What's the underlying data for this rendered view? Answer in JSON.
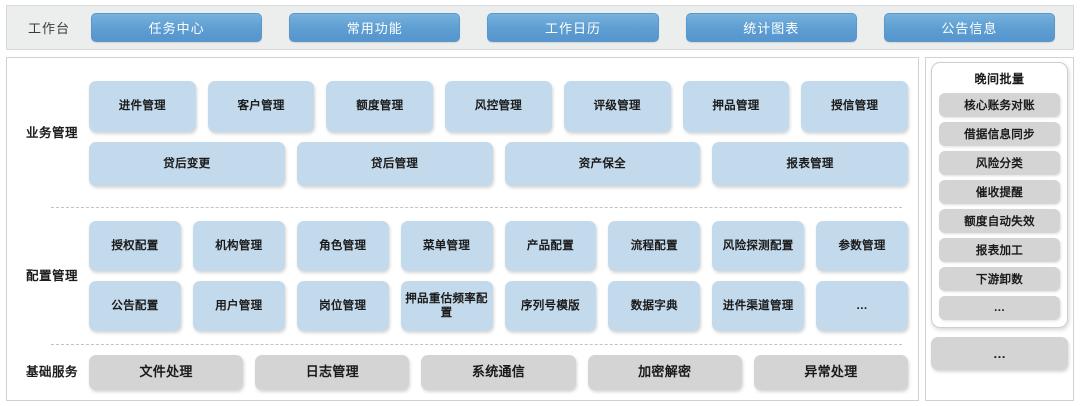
{
  "topbar": {
    "label": "工作台",
    "tabs": [
      {
        "label": "任务中心"
      },
      {
        "label": "常用功能"
      },
      {
        "label": "工作日历"
      },
      {
        "label": "统计图表"
      },
      {
        "label": "公告信息"
      }
    ]
  },
  "sections": [
    {
      "title": "业务管理",
      "rows": [
        {
          "style": "blue",
          "tiles": [
            {
              "label": "进件管理"
            },
            {
              "label": "客户管理"
            },
            {
              "label": "额度管理"
            },
            {
              "label": "风控管理"
            },
            {
              "label": "评级管理"
            },
            {
              "label": "押品管理"
            },
            {
              "label": "授信管理"
            }
          ]
        },
        {
          "style": "blue",
          "tiles": [
            {
              "label": "贷后变更"
            },
            {
              "label": "贷后管理"
            },
            {
              "label": "资产保全"
            },
            {
              "label": "报表管理"
            }
          ]
        }
      ]
    },
    {
      "title": "配置管理",
      "rows": [
        {
          "style": "blue",
          "tiles": [
            {
              "label": "授权配置"
            },
            {
              "label": "机构管理"
            },
            {
              "label": "角色管理"
            },
            {
              "label": "菜单管理"
            },
            {
              "label": "产品配置"
            },
            {
              "label": "流程配置"
            },
            {
              "label": "风险探测配置"
            },
            {
              "label": "参数管理"
            }
          ]
        },
        {
          "style": "blue",
          "tiles": [
            {
              "label": "公告配置"
            },
            {
              "label": "用户管理"
            },
            {
              "label": "岗位管理"
            },
            {
              "label": "押品重估频率配置"
            },
            {
              "label": "序列号模版"
            },
            {
              "label": "数据字典"
            },
            {
              "label": "进件渠道管理"
            },
            {
              "label": "…"
            }
          ]
        }
      ]
    },
    {
      "title": "基础服务",
      "rows": [
        {
          "style": "grey",
          "tiles": [
            {
              "label": "文件处理"
            },
            {
              "label": "日志管理"
            },
            {
              "label": "系统通信"
            },
            {
              "label": "加密解密"
            },
            {
              "label": "异常处理"
            }
          ]
        }
      ]
    }
  ],
  "right_panel": {
    "batch_title": "晚间批量",
    "batch_items": [
      {
        "label": "核心账务对账"
      },
      {
        "label": "借据信息同步"
      },
      {
        "label": "风险分类"
      },
      {
        "label": "催收提醒"
      },
      {
        "label": "额度自动失效"
      },
      {
        "label": "报表加工"
      },
      {
        "label": "下游卸数"
      },
      {
        "label": "…"
      }
    ],
    "more_label": "…"
  },
  "colors": {
    "accent_blue": "#5e9ed2",
    "tile_blue": "#c3daec",
    "tile_grey": "#d4d4d4",
    "topbar_bg": "#eceded"
  }
}
